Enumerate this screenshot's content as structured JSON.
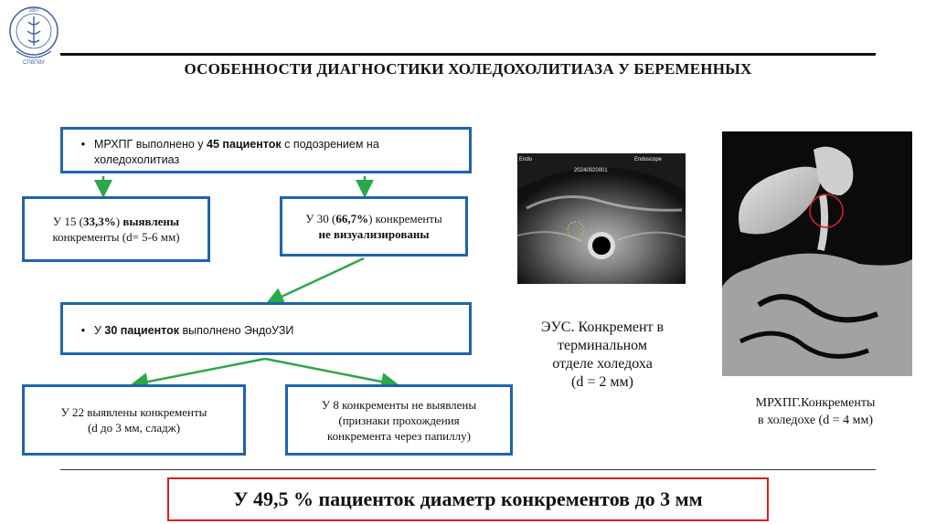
{
  "header": {
    "logo_text": "MEDICINA ARS NOBILISSIMA 1897 СПбГМУ",
    "logo_year": "1897",
    "logo_abbr": "СПбГМУ",
    "title": "ОСОБЕННОСТИ ДИАГНОСТИКИ ХОЛЕДОХОЛИТИАЗА У БЕРЕМЕННЫХ"
  },
  "flowchart": {
    "top_box": {
      "bullet": "•",
      "text_pre": "МРХПГ выполнено у ",
      "text_bold": "45 пациенток",
      "text_post": " с подозрением на холедохолитиаз"
    },
    "left_box1": {
      "pre": "У 15 (",
      "pct": "33,3%",
      "mid": ") ",
      "bold": "выявлены",
      "post": "конкременты (d= 5-6 мм)"
    },
    "right_box1": {
      "pre": "У 30 (",
      "pct": "66,7%",
      "mid": ") конкременты",
      "bold": "не визуализированы"
    },
    "middle_box": {
      "bullet": "•",
      "pre": "У ",
      "bold": "30 пациенток",
      "post": " выполнено ЭндоУЗИ"
    },
    "left_box2": {
      "line1": "У 22 выявлены конкременты",
      "line2": "(d до 3 мм, сладж)"
    },
    "right_box2": {
      "line1": "У 8 конкременты не выявлены",
      "line2": "(признаки прохождения",
      "line3": "конкремента через папиллу)"
    }
  },
  "images": {
    "eus": {
      "overlay_left": "Endo",
      "overlay_code": "20240920001",
      "overlay_right": "Endoscope",
      "caption_l1": "ЭУС. Конкремент в",
      "caption_l2": "терминальном",
      "caption_l3": "отделе холедоха",
      "caption_l4": "(d = 2 мм)"
    },
    "mrcp": {
      "caption_l1": "МРХПГ.Конкременты",
      "caption_l2": "в холедохе (d = 4 мм)"
    }
  },
  "summary": "У 49,5 % пациенток диаметр конкрементов до 3 мм",
  "colors": {
    "box_border": "#1f63b0",
    "arrow": "#2aa84a",
    "summary_border": "#d42020",
    "marker": "#d42020"
  }
}
